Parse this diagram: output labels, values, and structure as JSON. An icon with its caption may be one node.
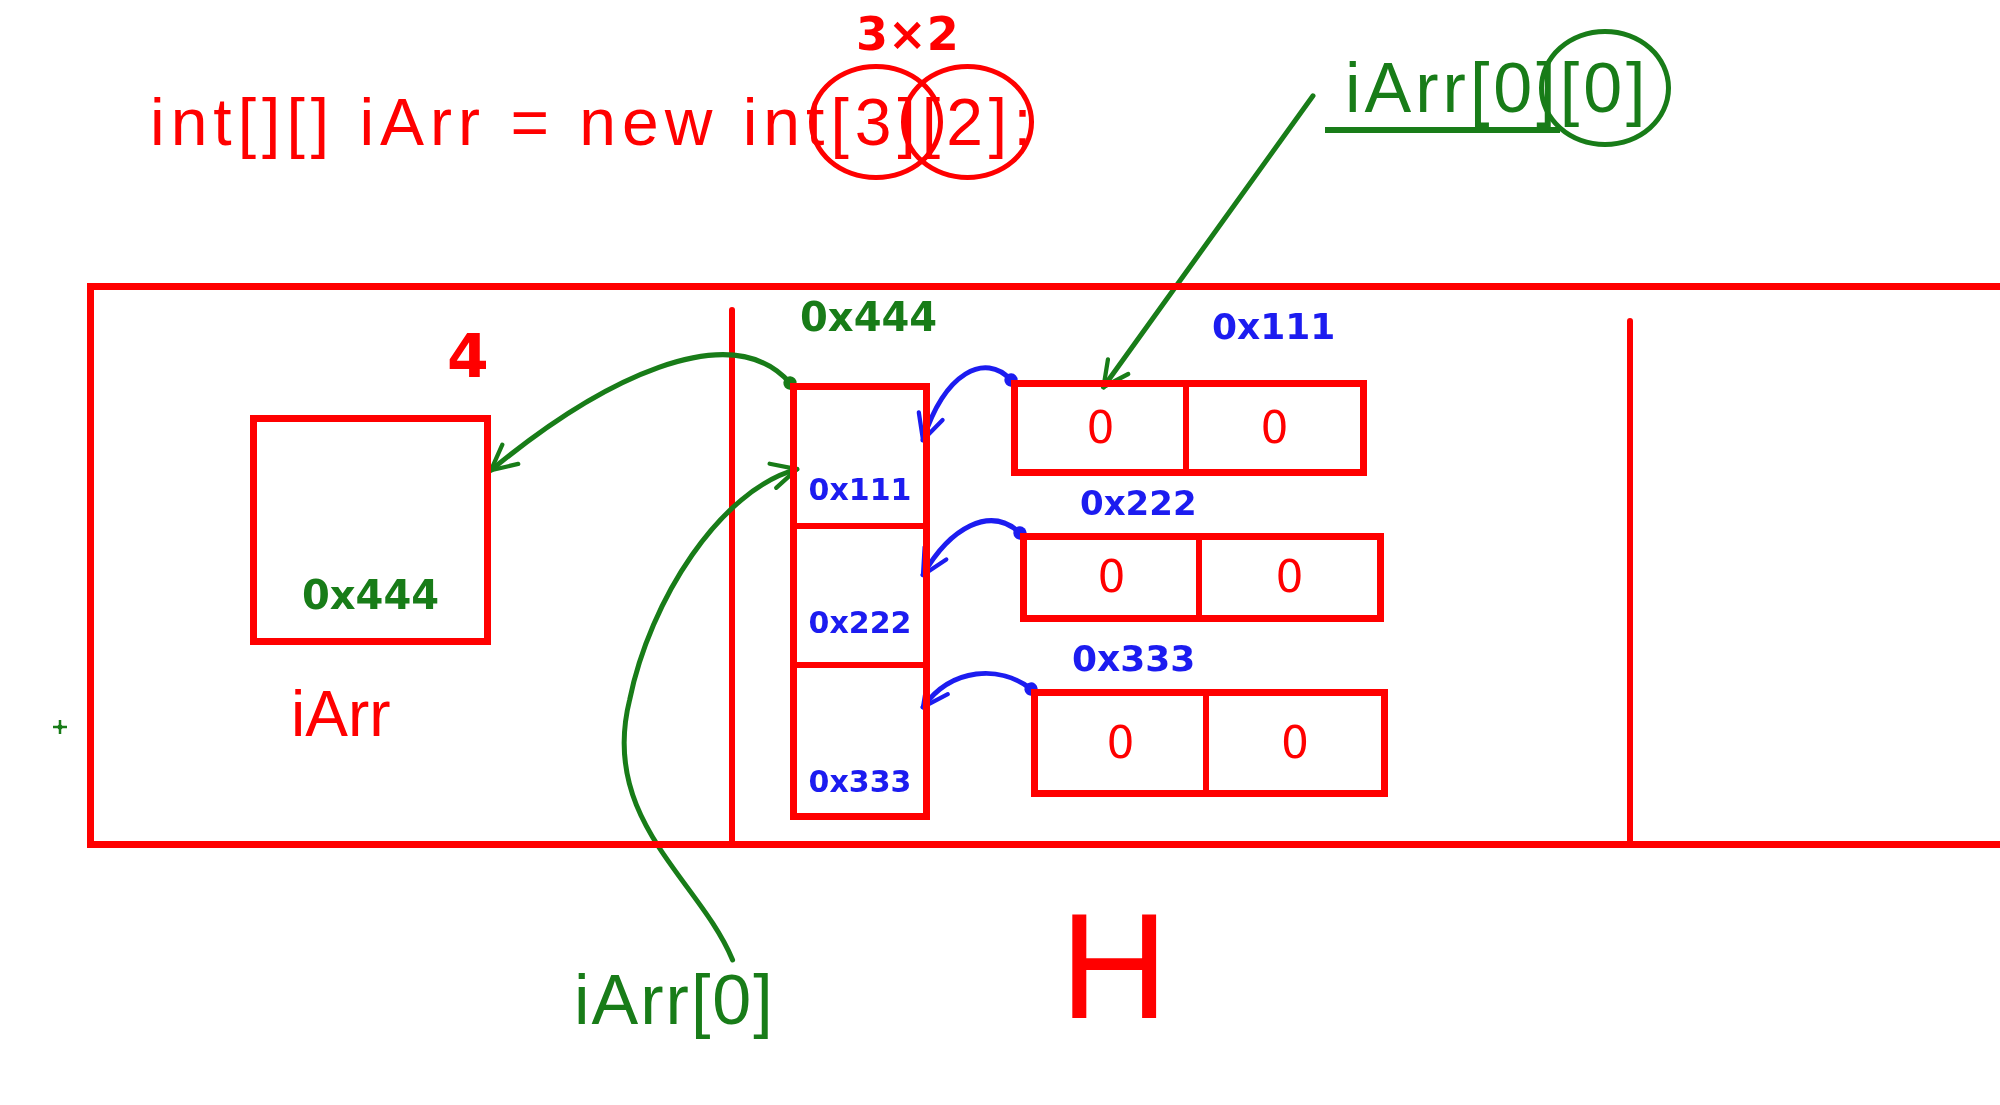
{
  "diagram": {
    "title": "int[][] iArr = new int[3][2];",
    "nodes": [
      {
        "text": [
          "iArr[0][0]"
        ]
      },
      {
        "text": [],
        "shape": "box"
      },
      {
        "text": [
          "0x444"
        ],
        "beside": [
          "4",
          "iArr"
        ],
        "in": 1
      },
      {
        "text": [],
        "shape": "box",
        "beside": [
          "0x444"
        ],
        "in": 1
      },
      {
        "text": [
          "0x111"
        ],
        "in": 3
      },
      {
        "text": [
          "0x222"
        ],
        "in": 3
      },
      {
        "text": [
          "0x333"
        ],
        "in": 3
      },
      {
        "text": [],
        "shape": "box",
        "beside": [
          "0x111"
        ],
        "in": 1
      },
      {
        "text": [
          "0"
        ],
        "in": 7
      },
      {
        "text": [
          "0"
        ],
        "in": 7
      },
      {
        "text": [],
        "shape": "box",
        "beside": [
          "0x222"
        ],
        "in": 1
      },
      {
        "text": [
          "0"
        ],
        "in": 10
      },
      {
        "text": [
          "0"
        ],
        "in": 10
      },
      {
        "text": [],
        "shape": "box",
        "beside": [
          "0x333"
        ],
        "in": 1
      },
      {
        "text": [
          "0"
        ],
        "in": 13
      },
      {
        "text": [
          "0"
        ],
        "in": 13
      },
      {
        "text": [
          "iArr[0]"
        ]
      }
    ],
    "edges": [
      {
        "from": 3,
        "to": 2,
        "arrow": "to",
        "color": "#187c18"
      },
      {
        "from": 7,
        "to": 4,
        "arrow": "to",
        "color": "#1c1cf0"
      },
      {
        "from": 10,
        "to": 5,
        "arrow": "to",
        "color": "#1c1cf0"
      },
      {
        "from": 13,
        "to": 6,
        "arrow": "to",
        "color": "#1c1cf0"
      },
      {
        "from": 0,
        "to": 8,
        "arrow": "to",
        "color": "#187c18"
      },
      {
        "from": 16,
        "to": 4,
        "arrow": "to",
        "color": "#187c18"
      }
    ],
    "labels": [
      "3×2",
      "H"
    ]
  }
}
